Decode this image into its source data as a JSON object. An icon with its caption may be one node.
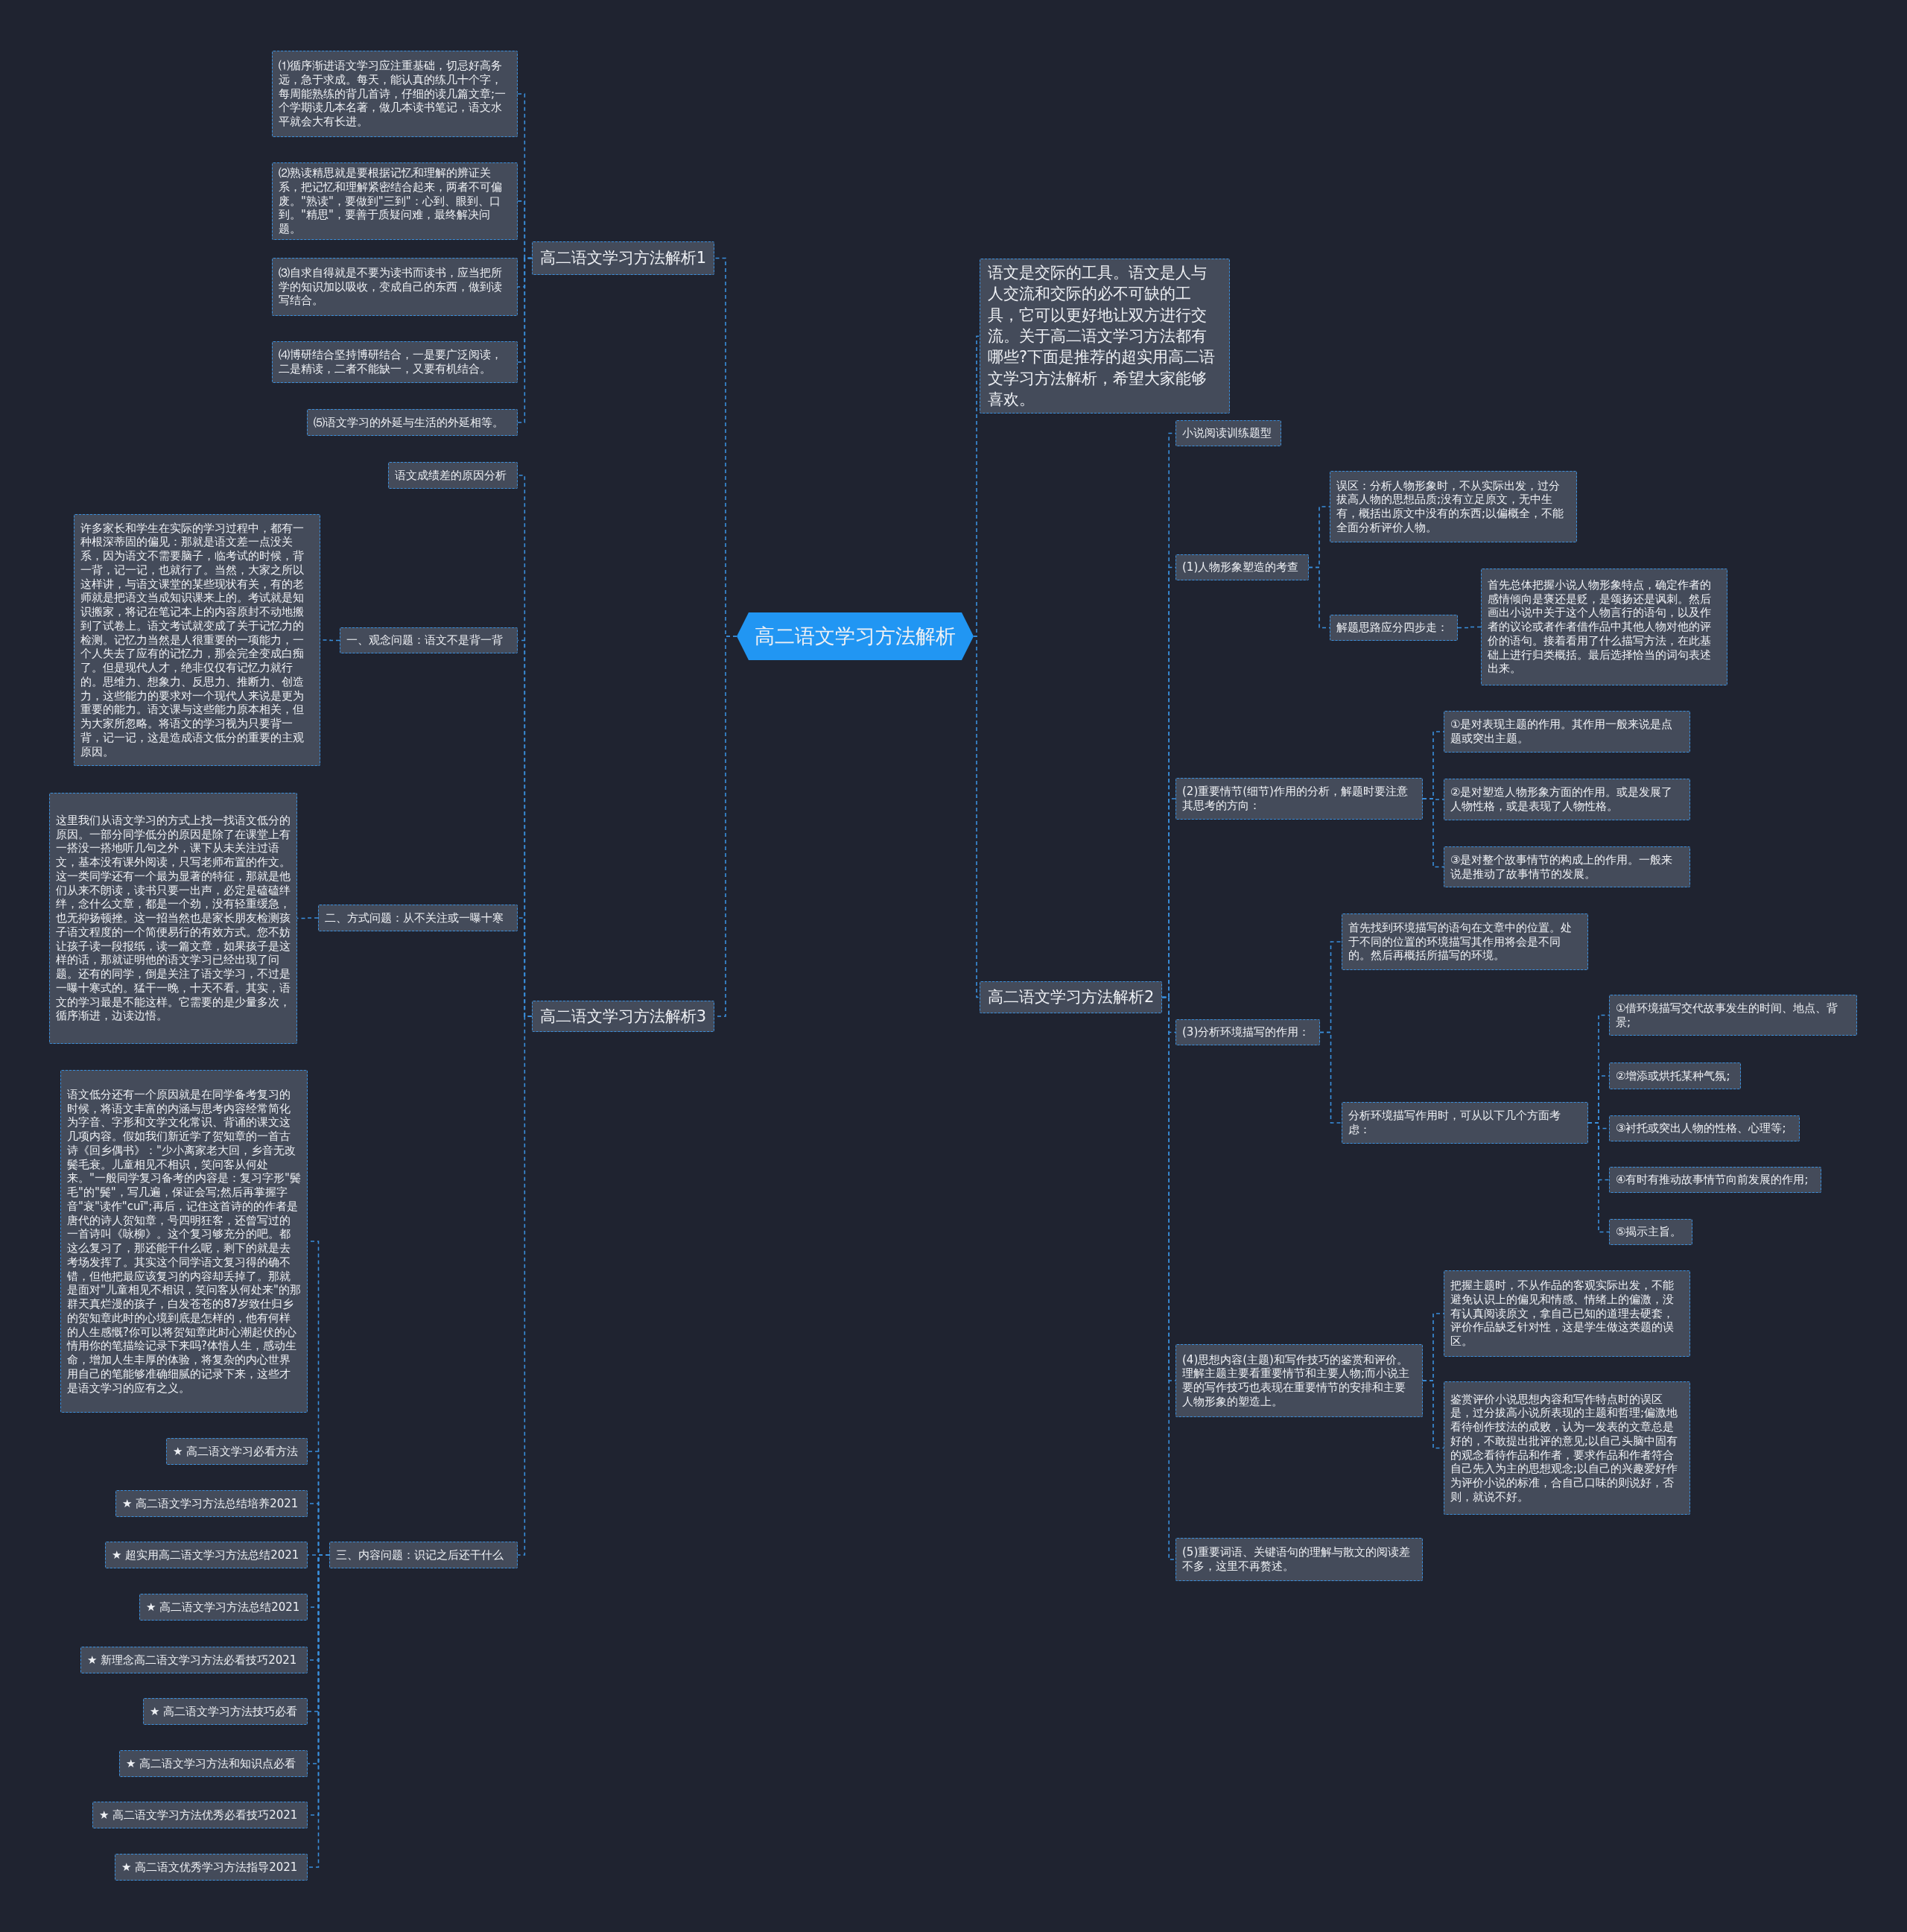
{
  "diagram": {
    "nodes": [
      {
        "text": [
          "高二语文学习方法解析"
        ]
      },
      {
        "text": [
          "高二语文学习方法解析1"
        ]
      },
      {
        "text": [
          "⑴循序渐进语文学习应注重基础，切忌好高务远，急于求成。每天，能认真的练几十个字，每周能熟练的背几首诗，仔细的读几篇文章;一个学期读几本名著，做几本读书笔记，语文水平就会大有长进。"
        ]
      },
      {
        "text": [
          "⑵熟读精思就是要根据记忆和理解的辨证关系，把记忆和理解紧密结合起来，两者不可偏废。\"熟读\"，要做到\"三到\"：心到、眼到、口到。\"精思\"，要善于质疑问难，最终解决问题。"
        ]
      },
      {
        "text": [
          "⑶自求自得就是不要为读书而读书，应当把所学的知识加以吸收，变成自己的东西，做到读写结合。"
        ]
      },
      {
        "text": [
          "⑷博研结合坚持博研结合，一是要广泛阅读，二是精读，二者不能缺一，又要有机结合。"
        ]
      },
      {
        "text": [
          "⑸语文学习的外延与生活的外延相等。"
        ]
      },
      {
        "text": [
          "高二语文学习方法解析3"
        ]
      },
      {
        "text": [
          "语文成绩差的原因分析"
        ]
      },
      {
        "text": [
          "一、观念问题：语文不是背一背"
        ]
      },
      {
        "text": [
          "许多家长和学生在实际的学习过程中，都有一种根深蒂固的偏见：那就是语文差一点没关系，因为语文不需要脑子，临考试的时候，背一背，记一记，也就行了。当然，大家之所以这样讲，与语文课堂的某些现状有关，有的老师就是把语文当成知识课来上的。考试就是知识搬家，将记在笔记本上的内容原封不动地搬到了试卷上。语文考试就变成了关于记忆力的检测。记忆力当然是人很重要的一项能力，一个人失去了应有的记忆力，那会完全变成白痴了。但是现代人才，绝非仅仅有记忆力就行的。思维力、想象力、反思力、推断力、创造力，这些能力的要求对一个现代人来说是更为重要的能力。语文课与这些能力原本相关，但为大家所忽略。将语文的学习视为只要背一背，记一记，这是造成语文低分的重要的主观原因。"
        ]
      },
      {
        "text": [
          "二、方式问题：从不关注或一曝十寒"
        ]
      },
      {
        "text": [
          "这里我们从语文学习的方式上找一找语文低分的原因。一部分同学低分的原因是除了在课堂上有一搭没一搭地听几句之外，课下从未关注过语文，基本没有课外阅读，只写老师布置的作文。这一类同学还有一个最为显著的特征，那就是他们从来不朗读，读书只要一出声，必定是磕磕绊绊，念什么文章，都是一个劲，没有轻重缓急，也无抑扬顿挫。这一招当然也是家长朋友检测孩子语文程度的一个简便易行的有效方式。您不妨让孩子读一段报纸，读一篇文章，如果孩子是这样的话，那就证明他的语文学习已经出现了问题。还有的同学，倒是关注了语文学习，不过是一曝十寒式的。猛干一晚，十天不看。其实，语文的学习最是不能这样。它需要的是少量多次，循序渐进，边读边悟。"
        ]
      },
      {
        "text": [
          "三、内容问题：识记之后还干什么"
        ]
      },
      {
        "text": [
          "语文低分还有一个原因就是在同学备考复习的时候，将语文丰富的内涵与思考内容经常简化为字音、字形和文学文化常识、背诵的课文这几项内容。假如我们新近学了贺知章的一首古诗《回乡偶书》：\"少小离家老大回，乡音无改鬓毛衰。儿童相见不相识，笑问客从何处来。\"一般同学复习备考的内容是：复习字形\"鬓毛\"的\"鬓\"，写几遍，保证会写;然后再掌握字音\"衰\"读作\"cuī\";再后，记住这首诗的的作者是唐代的诗人贺知章，号四明狂客，还曾写过的一首诗叫《咏柳》。这个复习够充分的吧。都这么复习了，那还能干什么呢，剩下的就是去考场发挥了。其实这个同学语文复习得的确不错，但他把最应该复习的内容却丢掉了。那就是面对\"儿童相见不相识，笑问客从何处来\"的那群天真烂漫的孩子，白发苍苍的87岁致仕归乡的贺知章此时的心境到底是怎样的，他有何样的人生感慨?你可以将贺知章此时心潮起伏的心情用你的笔描绘记录下来吗?体悟人生，感动生命，增加人生丰厚的体验，将复杂的内心世界用自己的笔能够准确细腻的记录下来，这些才是语文学习的应有之义。"
        ]
      },
      {
        "text": [
          "★ 高二语文学习必看方法"
        ]
      },
      {
        "text": [
          "★ 高二语文学习方法总结培养2021"
        ]
      },
      {
        "text": [
          "★ 超实用高二语文学习方法总结2021"
        ]
      },
      {
        "text": [
          "★ 高二语文学习方法总结2021"
        ]
      },
      {
        "text": [
          "★ 新理念高二语文学习方法必看技巧2021"
        ]
      },
      {
        "text": [
          "★ 高二语文学习方法技巧必看"
        ]
      },
      {
        "text": [
          "★ 高二语文学习方法和知识点必看"
        ]
      },
      {
        "text": [
          "★ 高二语文学习方法优秀必看技巧2021"
        ]
      },
      {
        "text": [
          "★ 高二语文优秀学习方法指导2021"
        ]
      },
      {
        "text": [
          "语文是交际的工具。语文是人与人交流和交际的必不可缺的工具，它可以更好地让双方进行交流。关于高二语文学习方法都有哪些?下面是推荐的超实用高二语文学习方法解析，希望大家能够喜欢。"
        ]
      },
      {
        "text": [
          "高二语文学习方法解析2"
        ]
      },
      {
        "text": [
          "小说阅读训练题型"
        ]
      },
      {
        "text": [
          "(1)人物形象塑造的考查"
        ]
      },
      {
        "text": [
          "误区：分析人物形象时，不从实际出发，过分拔高人物的思想品质;没有立足原文，无中生有，概括出原文中没有的东西;以偏概全，不能全面分析评价人物。"
        ]
      },
      {
        "text": [
          "解题思路应分四步走："
        ]
      },
      {
        "text": [
          "首先总体把握小说人物形象特点，确定作者的感情倾向是褒还是贬，是颂扬还是讽刺。然后画出小说中关于这个人物言行的语句，以及作者的议论或者作者借作品中其他人物对他的评价的语句。接着看用了什么描写方法，在此基础上进行归类概括。最后选择恰当的词句表述出来。"
        ]
      },
      {
        "text": [
          "(2)重要情节(细节)作用的分析，解题时要注意其思考的方向："
        ]
      },
      {
        "text": [
          "①是对表现主题的作用。其作用一般来说是点题或突出主题。"
        ]
      },
      {
        "text": [
          "②是对塑造人物形象方面的作用。或是发展了人物性格，或是表现了人物性格。"
        ]
      },
      {
        "text": [
          "③是对整个故事情节的构成上的作用。一般来说是推动了故事情节的发展。"
        ]
      },
      {
        "text": [
          "(3)分析环境描写的作用："
        ]
      },
      {
        "text": [
          "首先找到环境描写的语句在文章中的位置。处于不同的位置的环境描写其作用将会是不同的。然后再概括所描写的环境。"
        ]
      },
      {
        "text": [
          "分析环境描写作用时，可从以下几个方面考虑："
        ]
      },
      {
        "text": [
          "①借环境描写交代故事发生的时间、地点、背景;"
        ]
      },
      {
        "text": [
          "②增添或烘托某种气氛;"
        ]
      },
      {
        "text": [
          "③衬托或突出人物的性格、心理等;"
        ]
      },
      {
        "text": [
          "④有时有推动故事情节向前发展的作用;"
        ]
      },
      {
        "text": [
          "⑤揭示主旨。"
        ]
      },
      {
        "text": [
          "(4)思想内容(主题)和写作技巧的鉴赏和评价。理解主题主要看重要情节和主要人物;而小说主要的写作技巧也表现在重要情节的安排和主要人物形象的塑造上。"
        ]
      },
      {
        "text": [
          "把握主题时，不从作品的客观实际出发，不能避免认识上的偏见和情感、情绪上的偏激，没有认真阅读原文，拿自己已知的道理去硬套，评价作品缺乏针对性，这是学生做这类题的误区。"
        ]
      },
      {
        "text": [
          "鉴赏评价小说思想内容和写作特点时的误区是，过分拔高小说所表现的主题和哲理;偏激地看待创作技法的成败，认为一发表的文章总是好的，不敢提出批评的意见;以自己头脑中固有的观念看待作品和作者，要求作品和作者符合自己先入为主的思想观念;以自己的兴趣爱好作为评价小说的标准，合自己口味的则说好，否则，就说不好。"
        ]
      },
      {
        "text": [
          "(5)重要词语、关键语句的理解与散文的阅读差不多，这里不再赘述。"
        ]
      }
    ],
    "edges": [
      {
        "from": 0,
        "to": 1,
        "arrow": "none"
      },
      {
        "from": 1,
        "to": 2,
        "arrow": "none"
      },
      {
        "from": 1,
        "to": 3,
        "arrow": "none"
      },
      {
        "from": 1,
        "to": 4,
        "arrow": "none"
      },
      {
        "from": 1,
        "to": 5,
        "arrow": "none"
      },
      {
        "from": 1,
        "to": 6,
        "arrow": "none"
      },
      {
        "from": 0,
        "to": 7,
        "arrow": "none"
      },
      {
        "from": 7,
        "to": 8,
        "arrow": "none"
      },
      {
        "from": 7,
        "to": 9,
        "arrow": "none"
      },
      {
        "from": 9,
        "to": 10,
        "arrow": "none"
      },
      {
        "from": 7,
        "to": 11,
        "arrow": "none"
      },
      {
        "from": 11,
        "to": 12,
        "arrow": "none"
      },
      {
        "from": 7,
        "to": 13,
        "arrow": "none"
      },
      {
        "from": 13,
        "to": 14,
        "arrow": "none"
      },
      {
        "from": 13,
        "to": 15,
        "arrow": "none"
      },
      {
        "from": 13,
        "to": 16,
        "arrow": "none"
      },
      {
        "from": 13,
        "to": 17,
        "arrow": "none"
      },
      {
        "from": 13,
        "to": 18,
        "arrow": "none"
      },
      {
        "from": 13,
        "to": 19,
        "arrow": "none"
      },
      {
        "from": 13,
        "to": 20,
        "arrow": "none"
      },
      {
        "from": 13,
        "to": 21,
        "arrow": "none"
      },
      {
        "from": 13,
        "to": 22,
        "arrow": "none"
      },
      {
        "from": 13,
        "to": 23,
        "arrow": "none"
      },
      {
        "from": 0,
        "to": 24,
        "arrow": "none"
      },
      {
        "from": 0,
        "to": 25,
        "arrow": "none"
      },
      {
        "from": 25,
        "to": 26,
        "arrow": "none"
      },
      {
        "from": 25,
        "to": 27,
        "arrow": "none"
      },
      {
        "from": 27,
        "to": 28,
        "arrow": "none"
      },
      {
        "from": 27,
        "to": 29,
        "arrow": "none"
      },
      {
        "from": 29,
        "to": 30,
        "arrow": "none"
      },
      {
        "from": 25,
        "to": 31,
        "arrow": "none"
      },
      {
        "from": 31,
        "to": 32,
        "arrow": "none"
      },
      {
        "from": 31,
        "to": 33,
        "arrow": "none"
      },
      {
        "from": 31,
        "to": 34,
        "arrow": "none"
      },
      {
        "from": 25,
        "to": 35,
        "arrow": "none"
      },
      {
        "from": 35,
        "to": 36,
        "arrow": "none"
      },
      {
        "from": 35,
        "to": 37,
        "arrow": "none"
      },
      {
        "from": 37,
        "to": 38,
        "arrow": "none"
      },
      {
        "from": 37,
        "to": 39,
        "arrow": "none"
      },
      {
        "from": 37,
        "to": 40,
        "arrow": "none"
      },
      {
        "from": 37,
        "to": 41,
        "arrow": "none"
      },
      {
        "from": 37,
        "to": 42,
        "arrow": "none"
      },
      {
        "from": 25,
        "to": 43,
        "arrow": "none"
      },
      {
        "from": 43,
        "to": 44,
        "arrow": "none"
      },
      {
        "from": 43,
        "to": 45,
        "arrow": "none"
      },
      {
        "from": 25,
        "to": 46,
        "arrow": "none"
      }
    ]
  }
}
